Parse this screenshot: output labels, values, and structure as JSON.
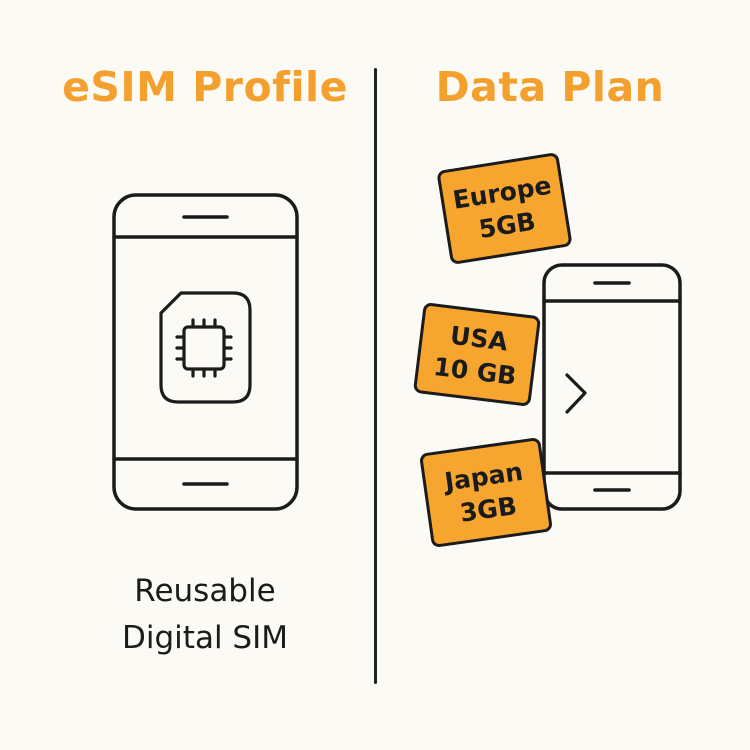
{
  "left_panel": {
    "heading": "eSIM Profile",
    "caption": [
      "Reusable",
      "Digital SIM"
    ],
    "device_icon": "smartphone-icon",
    "sim_icon": "sim-chip-icon"
  },
  "right_panel": {
    "heading": "Data Plan",
    "device_icon": "smartphone-icon",
    "arrow_icon": "chevron-right-icon",
    "plans": [
      {
        "region": "Europe",
        "data": "5GB"
      },
      {
        "region": "USA",
        "data": "10 GB"
      },
      {
        "region": "Japan",
        "data": "3GB"
      }
    ]
  },
  "colors": {
    "accent": "#f4a02e",
    "card_fill": "#f6a52e",
    "outline": "#1b1b1b",
    "background": "#fcfaf4"
  }
}
